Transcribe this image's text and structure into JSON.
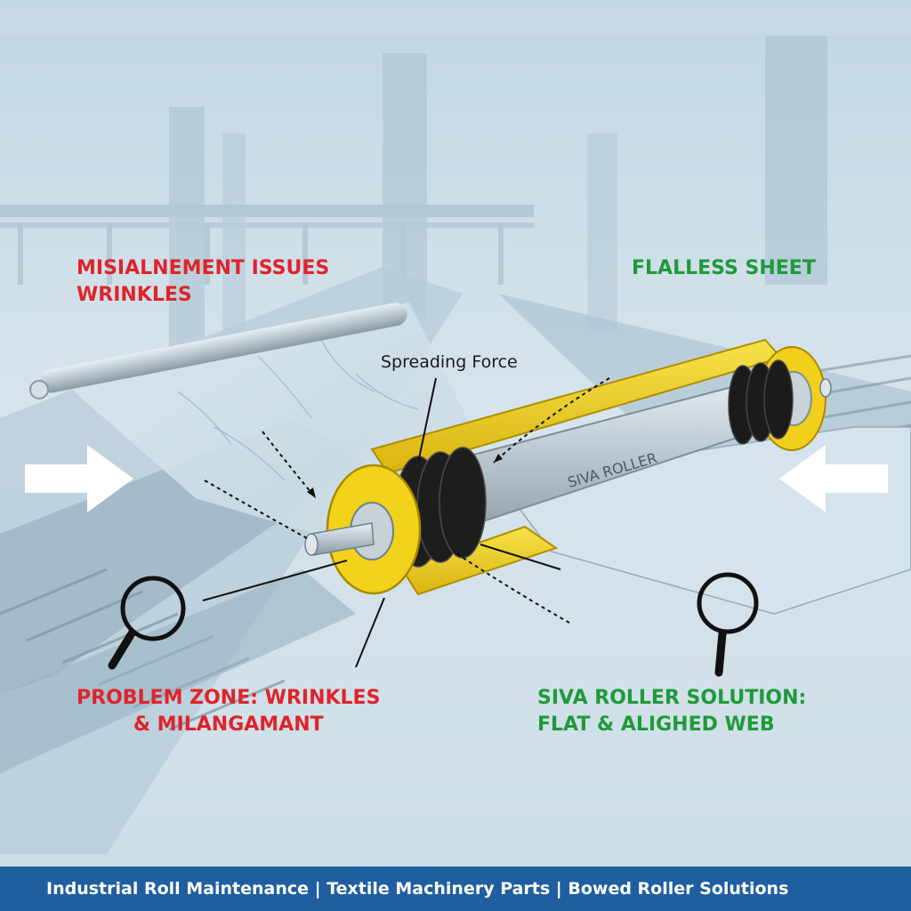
{
  "labels": {
    "misalignment_line1": "MISIALNEMENT ISSUES",
    "misalignment_line2": "WRINKLES",
    "flawless": "FLALLESS SHEET",
    "spreading_force": "Spreading Force",
    "roller_brand": "SIVA ROLLER",
    "problem_line1": "PROBLEM ZONE: WRINKLES",
    "problem_line2": "& MILANGAMANT",
    "solution_line1": "SIVA ROLLER SOLUTION:",
    "solution_line2": "FLAT & ALIGHED WEB"
  },
  "footer": {
    "text": "Industrial Roll Maintenance | Textile Machinery Parts | Bowed Roller Solutions"
  },
  "colors": {
    "problem": "#e0232a",
    "solution": "#1f9a3a",
    "roller_frame": "#f2d21b",
    "footer_bg": "#1f5fa0"
  },
  "icons": [
    "arrow-right-icon",
    "arrow-left-icon",
    "magnifier-icon"
  ]
}
